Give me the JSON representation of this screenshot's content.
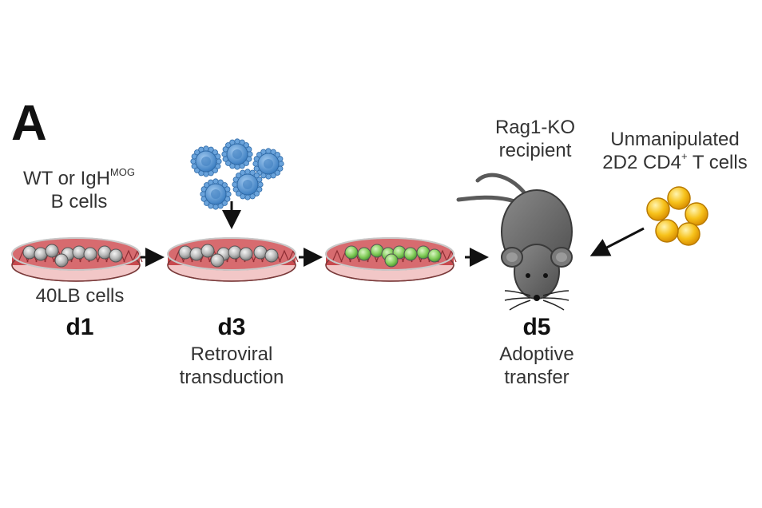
{
  "panel_label": "A",
  "step1": {
    "cell_label_prefix": "WT or IgH",
    "cell_label_sup": "MOG",
    "cell_label_line2": "B cells",
    "feeder_label": "40LB cells",
    "day": "d1"
  },
  "step2": {
    "day": "d3",
    "desc_line1": "Retroviral",
    "desc_line2": "transduction"
  },
  "step3": {
    "recipient_line1": "Rag1-KO",
    "recipient_line2": "recipient",
    "tcell_line1": "Unmanipulated",
    "tcell_line2_prefix": "2D2 CD4",
    "tcell_line2_sup": "+",
    "tcell_line2_suffix": " T cells",
    "day": "d5",
    "desc_line1": "Adoptive",
    "desc_line2": "transfer"
  },
  "colors": {
    "dish_tissue": "#c8494e",
    "dish_light": "#f2c7c7",
    "b_cell_grey": "#b8b8b8",
    "b_cell_green": "#86cf5e",
    "virus_blue": "#4f8fce",
    "t_cell_yellow": "#f7b500",
    "mouse_grey": "#6a6a6a"
  }
}
